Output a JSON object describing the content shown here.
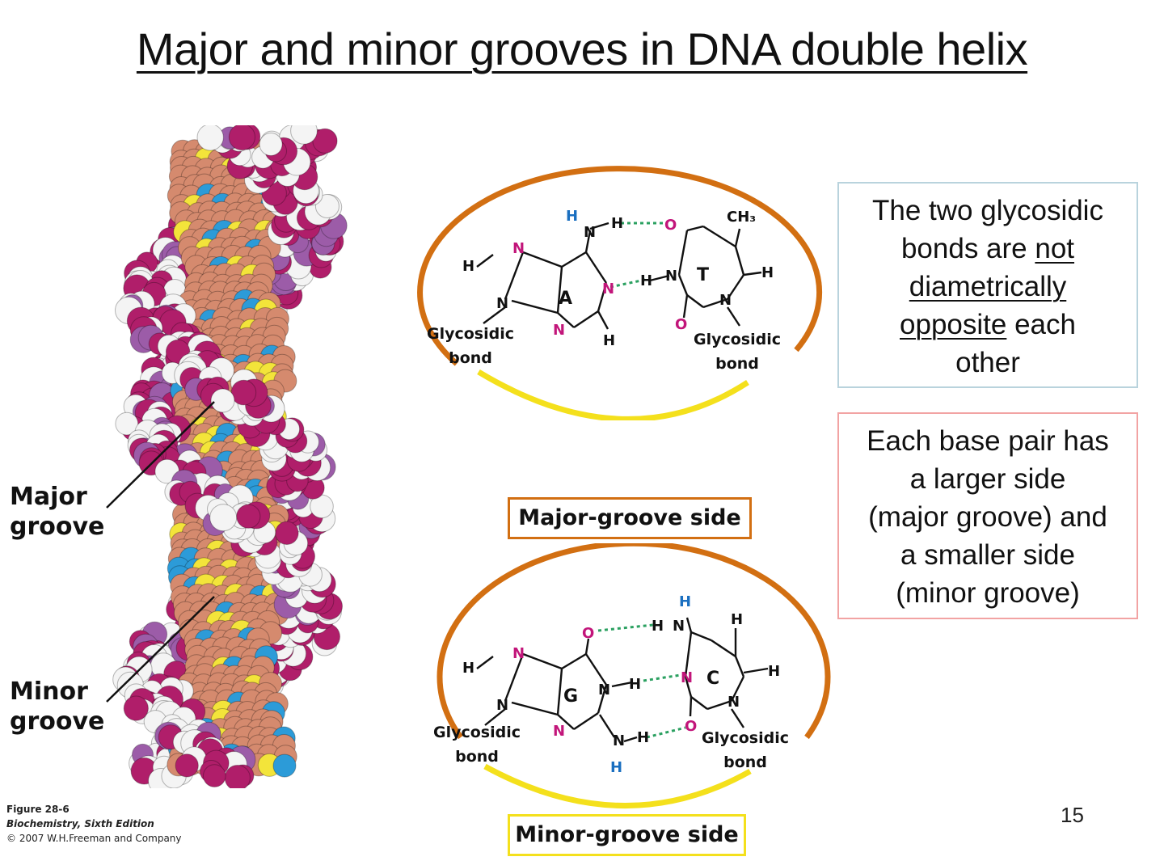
{
  "slide": {
    "title": "Major and minor grooves in DNA double helix",
    "page_number": "15"
  },
  "helix": {
    "major_label_line1": "Major",
    "major_label_line2": "groove",
    "minor_label_line1": "Minor",
    "minor_label_line2": "groove"
  },
  "at_pair": {
    "base_a": "A",
    "base_t": "T",
    "methyl": "CH₃",
    "left_bond_line1": "Glycosidic",
    "left_bond_line2": "bond",
    "right_bond_line1": "Glycosidic",
    "right_bond_line2": "bond"
  },
  "gc_pair": {
    "base_g": "G",
    "base_c": "C",
    "left_bond_line1": "Glycosidic",
    "left_bond_line2": "bond",
    "right_bond_line1": "Glycosidic",
    "right_bond_line2": "bond"
  },
  "labels": {
    "major_groove_side": "Major-groove side",
    "minor_groove_side": "Minor-groove side"
  },
  "info_boxes": {
    "glycosidic_line1": "The two glycosidic",
    "glycosidic_line2a": "bonds are ",
    "glycosidic_not": "not",
    "glycosidic_diametrically": "diametrically",
    "glycosidic_opposite": "opposite",
    "glycosidic_line4b": " each",
    "glycosidic_line5": "other",
    "base_pair_line1": "Each base pair has",
    "base_pair_line2": "a larger side",
    "base_pair_line3": "(major groove) and",
    "base_pair_line4": "a smaller side",
    "base_pair_line5": "(minor groove)"
  },
  "credit": {
    "figure": "Figure 28-6",
    "book": "Biochemistry, Sixth Edition",
    "copyright": "© 2007 W.H.Freeman and Company"
  },
  "colors": {
    "major_side": "#d26f12",
    "minor_side": "#f4e01c",
    "nitrogen_oxygen": "#c2157a",
    "hydrogen_blue": "#1a6fc0",
    "hbond": "#2aa060"
  }
}
